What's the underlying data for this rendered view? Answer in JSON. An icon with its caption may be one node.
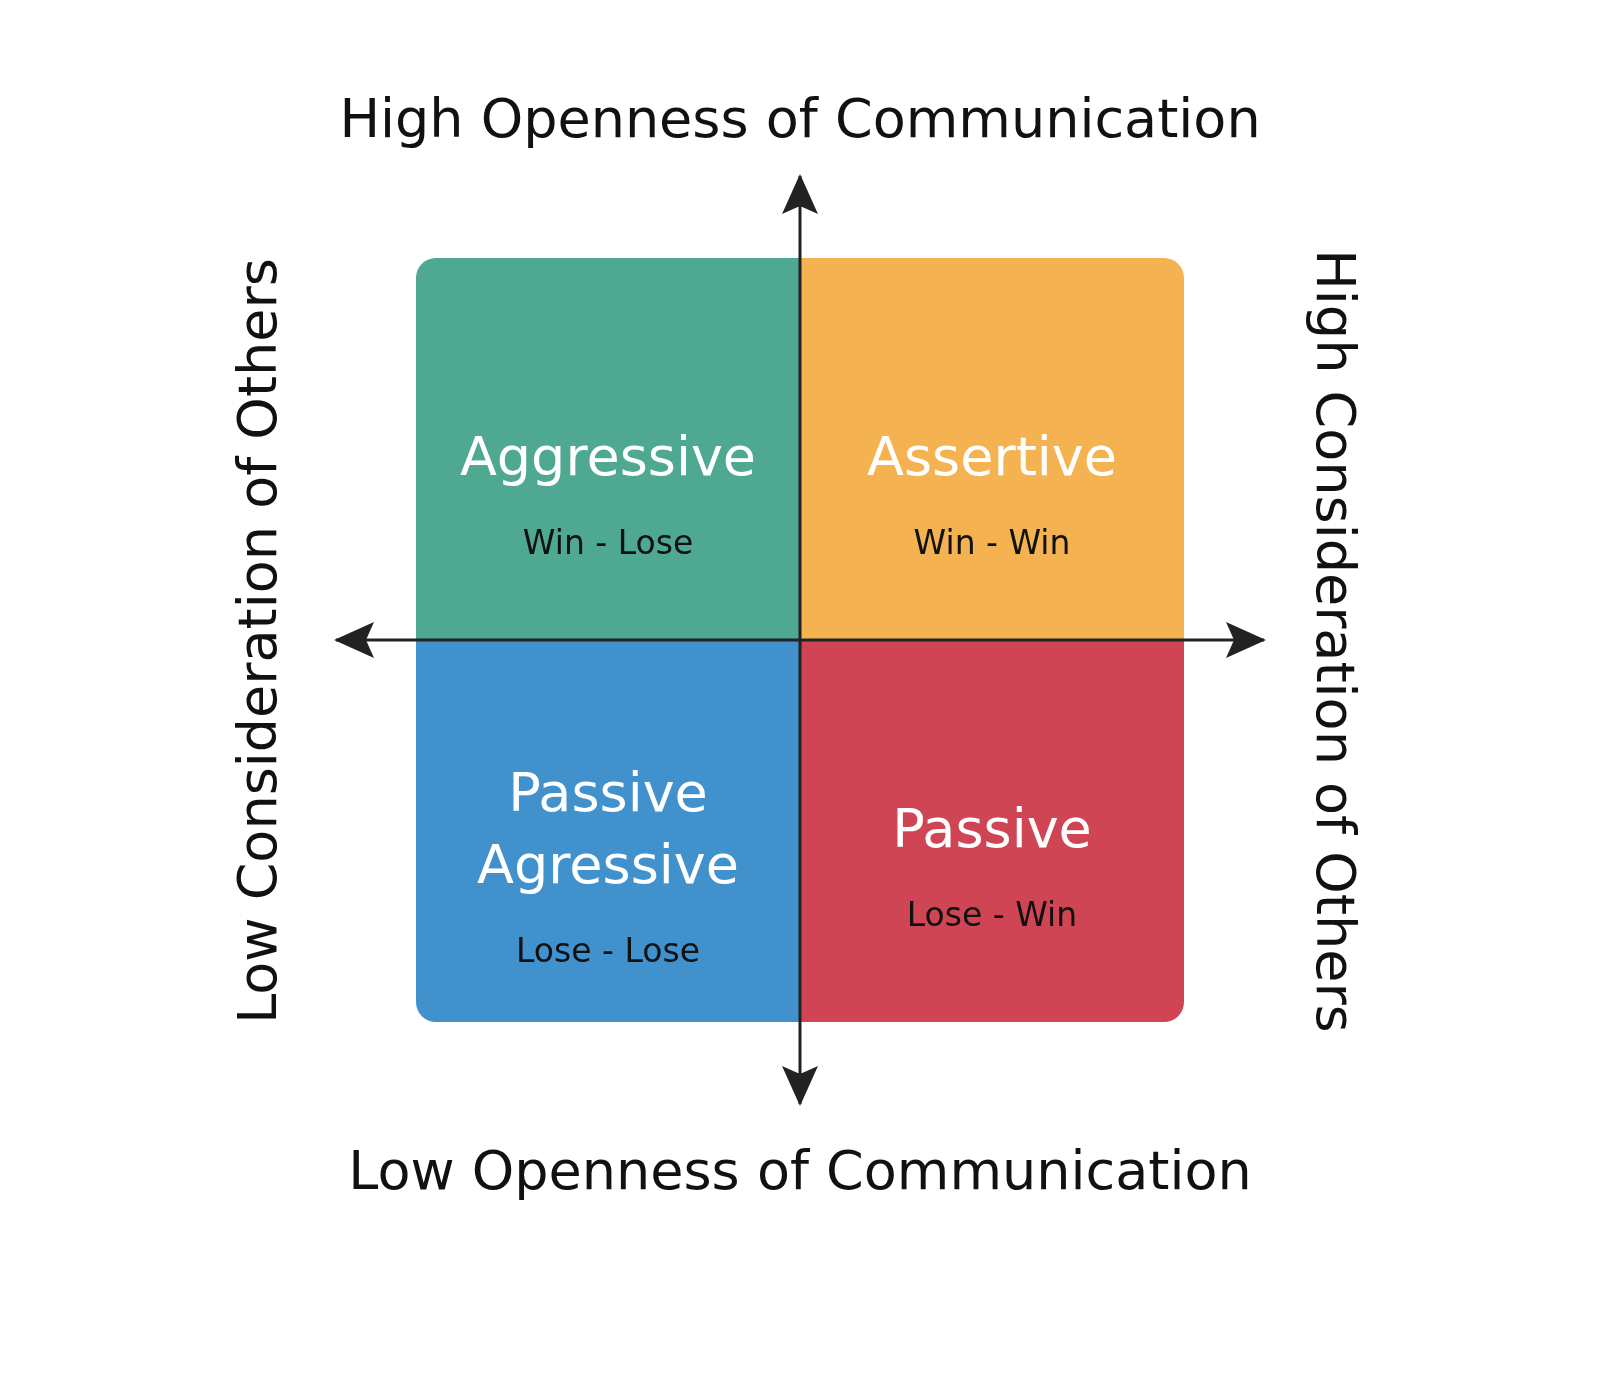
{
  "diagram": {
    "nodes": [
      {
        "text": [
          "Aggressive",
          "Win - Lose"
        ]
      },
      {
        "text": [
          "Assertive",
          "Win - Win"
        ]
      },
      {
        "text": [
          "Passive Agressive",
          "Lose - Lose"
        ]
      },
      {
        "text": [
          "Passive",
          "Lose - Win"
        ]
      }
    ],
    "labels": [
      "High Openness of Communication",
      "Low Consideration of Others",
      "High Consideration of Others",
      "Low Openness of Communication"
    ]
  }
}
